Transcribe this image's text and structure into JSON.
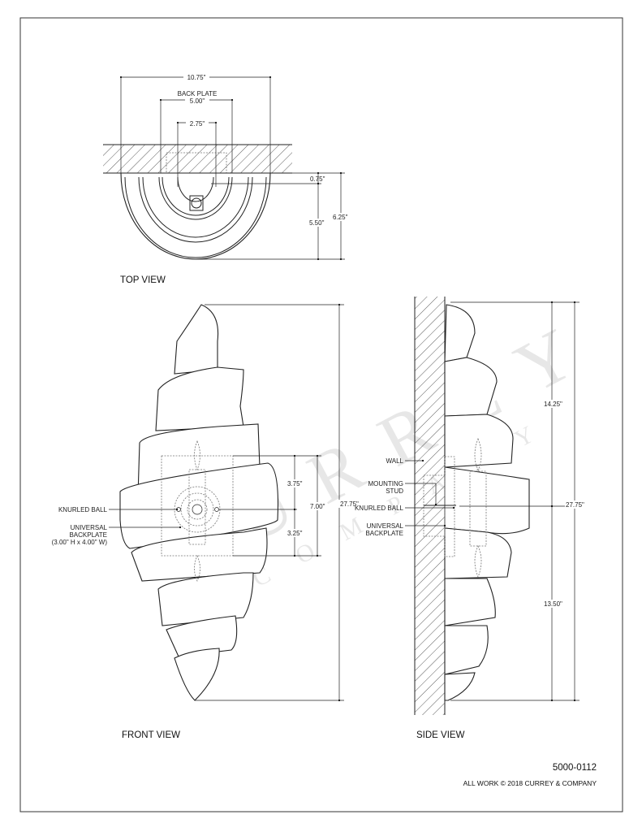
{
  "drawing": {
    "part_number": "5000-0112",
    "copyright": "ALL WORK © 2018 CURREY & COMPANY",
    "watermark": {
      "brand": "CURREY",
      "sub": "COMPANY"
    }
  },
  "top_view": {
    "title": "TOP VIEW",
    "dims": {
      "overall_width": "10.75\"",
      "back_plate_label": "BACK PLATE",
      "back_plate_width": "5.00\"",
      "inner_width": "2.75\"",
      "plate_depth": "0.75\"",
      "body_depth": "5.50\"",
      "overall_depth": "6.25\""
    }
  },
  "front_view": {
    "title": "FRONT VIEW",
    "dims": {
      "overall_height": "27.75\"",
      "backplate_height": "7.00\"",
      "upper": "3.75\"",
      "lower": "3.25\""
    },
    "callouts": {
      "knurled_ball": "KNURLED BALL",
      "backplate_line1": "UNIVERSAL",
      "backplate_line2": "BACKPLATE",
      "backplate_size": "(3.00\" H x 4.00\" W)"
    }
  },
  "side_view": {
    "title": "SIDE VIEW",
    "dims": {
      "upper": "14.25\"",
      "lower": "13.50\"",
      "overall_height": "27.75\""
    },
    "callouts": {
      "wall": "WALL",
      "stud_line1": "MOUNTING",
      "stud_line2": "STUD",
      "knurled_ball": "KNURLED BALL",
      "backplate_line1": "UNIVERSAL",
      "backplate_line2": "BACKPLATE"
    }
  }
}
